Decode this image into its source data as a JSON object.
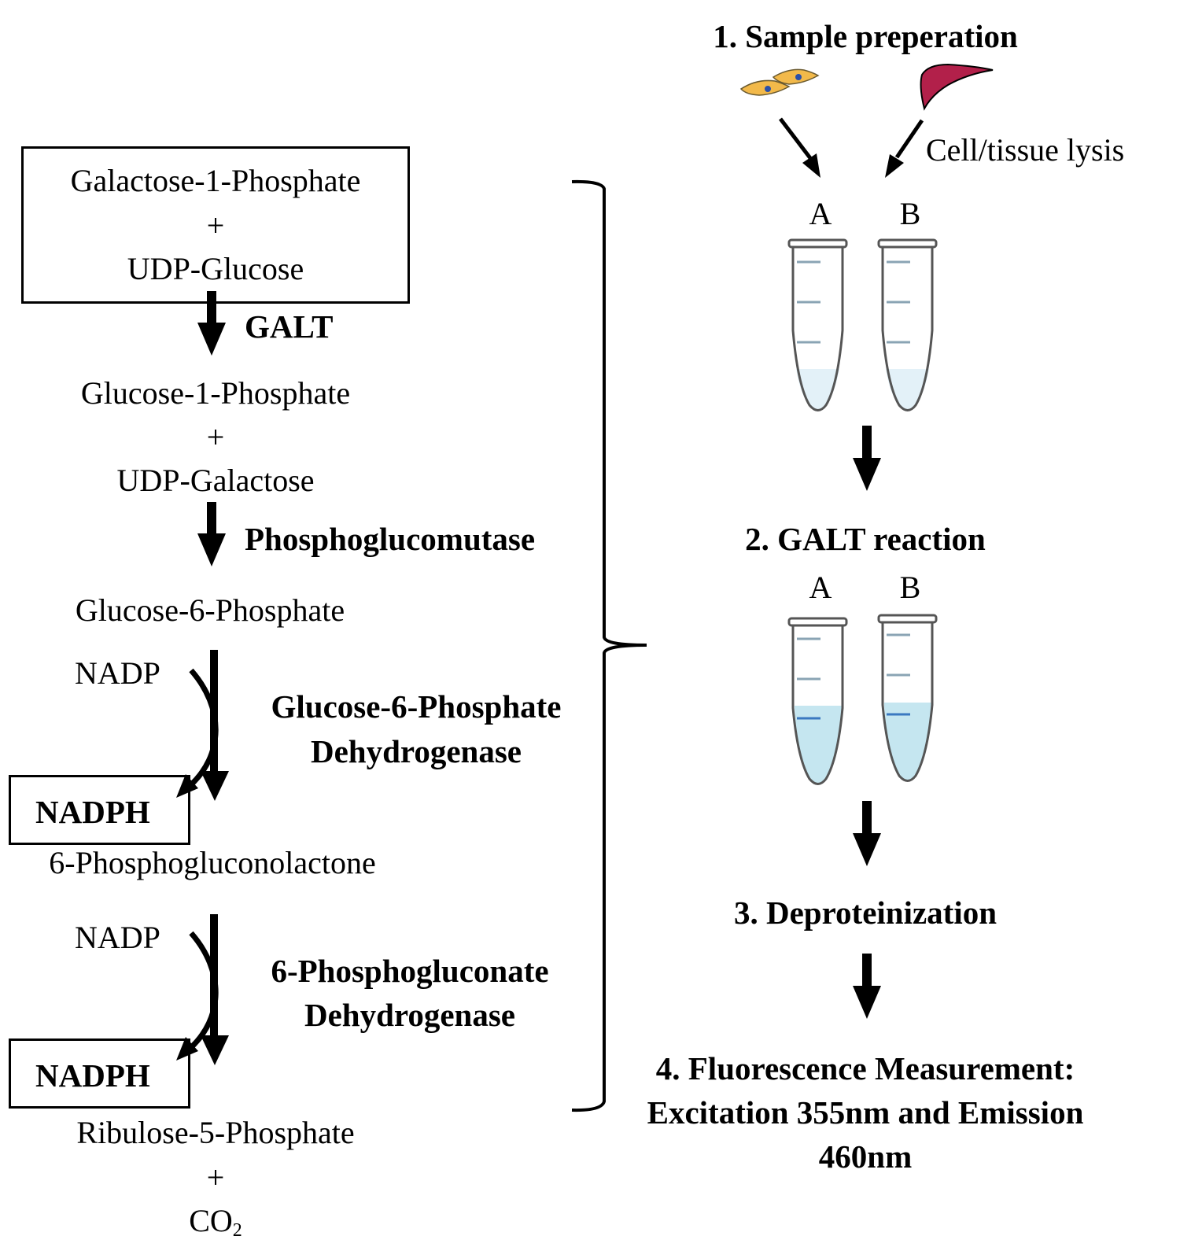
{
  "pathway": {
    "substrate_box": {
      "line1": "Galactose-1-Phosphate",
      "plus": "+",
      "line2": "UDP-Glucose"
    },
    "enzyme1": "GALT",
    "product1": {
      "line1": "Glucose-1-Phosphate",
      "plus": "+",
      "line2": "UDP-Galactose"
    },
    "enzyme2": "Phosphoglucomutase",
    "product2": "Glucose-6-Phosphate",
    "cofactor1_in": "NADP",
    "enzyme3": {
      "line1": "Glucose-6-Phosphate",
      "line2": "Dehydrogenase"
    },
    "cofactor1_out": "NADPH",
    "product3": "6-Phosphogluconolactone",
    "cofactor2_in": "NADP",
    "enzyme4": {
      "line1": "6-Phosphogluconate",
      "line2": "Dehydrogenase"
    },
    "cofactor2_out": "NADPH",
    "product4": {
      "line1": "Ribulose-5-Phosphate",
      "plus": "+",
      "co2": "CO",
      "co2_sub": "2"
    }
  },
  "workflow": {
    "step1": "1. Sample preperation",
    "lysis_label": "Cell/tissue lysis",
    "tube_labels": [
      "A",
      "B"
    ],
    "step2": "2. GALT reaction",
    "step3": "3. Deproteinization",
    "step4": {
      "line1": "4. Fluorescence Measurement:",
      "line2": "Excitation 355nm and Emission",
      "line3": "460nm"
    }
  },
  "colors": {
    "cell_fill": "#f2b94a",
    "cell_nucleus": "#2a4fa8",
    "tissue_fill": "#b2204a",
    "tube_liquid_light": "#e3f1f8",
    "tube_liquid_reaction": "#c5e6f0",
    "tube_mark": "#8aa4b4",
    "tube_mark_reaction": "#3a78c0"
  }
}
